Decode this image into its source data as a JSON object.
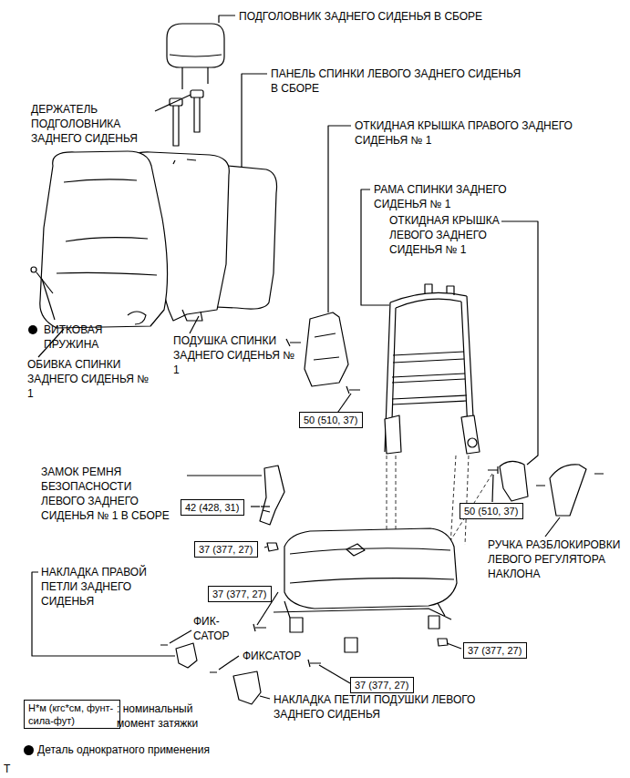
{
  "diagram": {
    "nodes": [
      {
        "text": [
          "50 (510, 37)"
        ]
      },
      {
        "text": [
          "50 (510, 37)"
        ]
      },
      {
        "text": [
          "42 (428, 31)"
        ]
      },
      {
        "text": [
          "37 (377, 27)"
        ]
      },
      {
        "text": [
          "37 (377, 27)"
        ]
      },
      {
        "text": [
          "37 (377, 27)"
        ]
      },
      {
        "text": [
          "37 (377, 27)"
        ]
      },
      {
        "text": [
          "Н*м (кгс*см, фунт-сила-фут)"
        ]
      }
    ],
    "labels": [
      "ПОДГОЛОВНИК ЗАДНЕГО СИДЕНЬЯ В СБОРЕ",
      "ПАНЕЛЬ СПИНКИ ЛЕВОГО ЗАДНЕГО СИДЕНЬЯ В СБОРЕ",
      "ДЕРЖАТЕЛЬ ПОДГОЛОВНИКА ЗАДНЕГО СИДЕНЬЯ",
      "ОТКИДНАЯ КРЫШКА ПРАВОГО ЗАДНЕГО СИДЕНЬЯ № 1",
      "РАМА СПИНКИ ЗАДНЕГО СИДЕНЬЯ № 1",
      "ОТКИДНАЯ КРЫШКА ЛЕВОГО ЗАДНЕГО СИДЕНЬЯ № 1",
      "ВИТКОВАЯ ПРУЖИНА",
      "ОБИВКА СПИНКИ ЗАДНЕГО СИДЕНЬЯ № 1",
      "ПОДУШКА СПИНКИ ЗАДНЕГО СИДЕНЬЯ № 1",
      "ЗАМОК РЕМНЯ БЕЗОПАСНОСТИ ЛЕВОГО ЗАДНЕГО СИДЕНЬЯ № 1 В СБОРЕ",
      "РУЧКА РАЗБЛОКИРОВКИ ЛЕВОГО РЕГУЛЯТОРА НАКЛОНА",
      "НАКЛАДКА ПРАВОЙ ПЕТЛИ ЗАДНЕГО СИДЕНЬЯ",
      "ФИК- САТОР",
      "ФИКСАТОР",
      "НАКЛАДКА ПЕТЛИ ПОДУШКИ ЛЕВОГО ЗАДНЕГО СИДЕНЬЯ",
      ": номинальный момент затяжки",
      "T"
    ],
    "legend": [
      {
        "text": "Деталь однократного применения",
        "color": "#000000"
      }
    ]
  }
}
